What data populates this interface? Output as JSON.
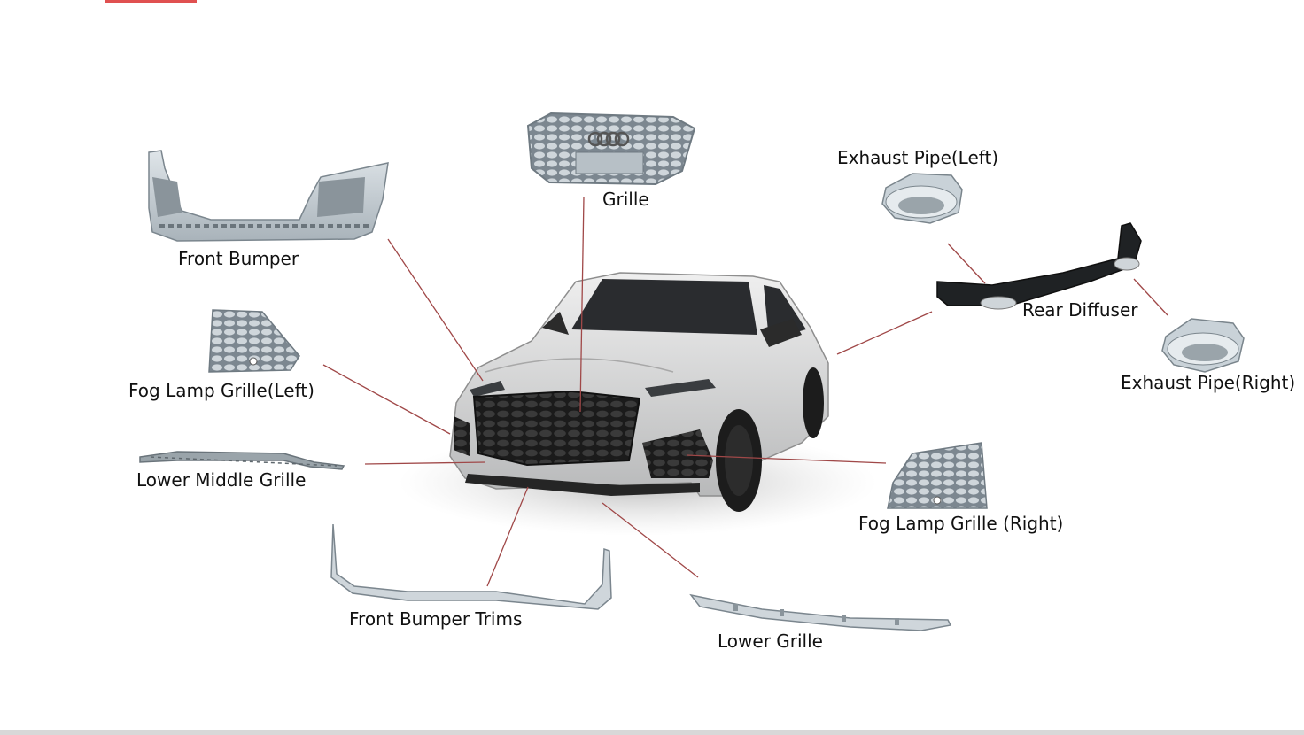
{
  "labels": {
    "grille": "Grille",
    "front_bumper": "Front Bumper",
    "exhaust_left": "Exhaust Pipe(Left)",
    "rear_diffuser": "Rear Diffuser",
    "exhaust_right": "Exhaust Pipe(Right)",
    "fog_left": "Fog Lamp Grille(Left)",
    "lower_middle": "Lower Middle Grille",
    "fog_right": "Fog Lamp Grille (Right)",
    "front_trims": "Front Bumper Trims",
    "lower_grille": "Lower Grille"
  },
  "colors": {
    "leader_line": "#a04848",
    "part_fill": "#c9d1d6",
    "car_body": "#d9dadb",
    "car_dark": "#2b2b2b"
  },
  "icons": [
    "car-illustration",
    "part-illustration"
  ]
}
